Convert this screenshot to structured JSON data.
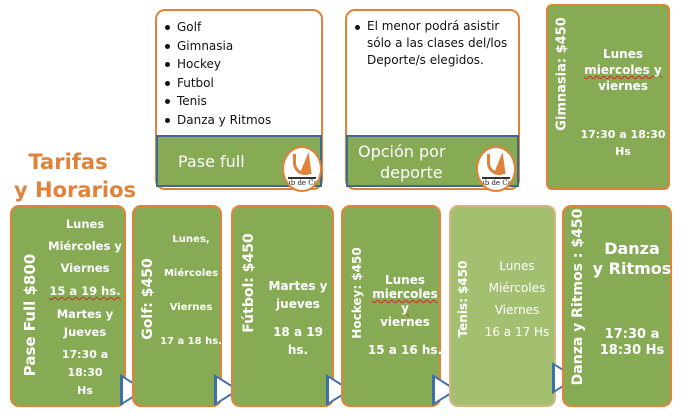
{
  "title": {
    "line1": "Tarifas",
    "line2": "y Horarios"
  },
  "logo": {
    "text": "lub de Camp"
  },
  "pase_full_card": {
    "sports": [
      "Golf",
      "Gimnasia",
      "Hockey",
      "Futbol",
      "Tenis",
      "Danza y Ritmos"
    ],
    "header": "Pase full"
  },
  "opcion_card": {
    "note": "El menor podrá asistir sólo a las clases del/los Deporte/s elegidos.",
    "header_line1": "Opción por",
    "header_line2": "deporte"
  },
  "gimnasia": {
    "price": "Gimnasia:  $450",
    "days_line1": "Lunes",
    "days_line2": "miercoles y",
    "days_line3": "viernes",
    "time_line1": "17:30  a 18:30",
    "time_line2": "Hs"
  },
  "pase_full": {
    "price": "Pase Full  $800",
    "days_line1": "Lunes",
    "days_line2": "Miércoles y",
    "days_line3": "Viernes",
    "time1": "15 a 19 hs.",
    "days2_line1": "Martes y",
    "days2_line2": "Jueves",
    "time2_line1": "17:30  a 18:30",
    "time2_line2": "Hs"
  },
  "golf": {
    "price": "Golf: $450",
    "days_line1": "Lunes,",
    "days_line2": "Miércoles",
    "days_line3": "Viernes",
    "time": "17 a 18 hs."
  },
  "futbol": {
    "price": "Fútbol: $450",
    "days_line1": "Martes y",
    "days_line2": "jueves",
    "time": "18 a 19 hs."
  },
  "hockey": {
    "price": "Hockey: $450",
    "days_line1": "Lunes",
    "days_line2": "miercoles y",
    "days_line3": "viernes",
    "time": "15 a 16 hs."
  },
  "tenis": {
    "price": "Tenis: $450",
    "days_line1": "Lunes",
    "days_line2": "Miércoles",
    "days_line3": "Viernes",
    "time": "16 a 17 Hs"
  },
  "danza": {
    "price": "Danza y Ritmos : $450",
    "name_line1": "Danza",
    "name_line2": "y Ritmos",
    "time_line1": "17:30 a",
    "time_line2": "18:30 Hs"
  },
  "colors": {
    "green": "#86ab54",
    "orange": "#e0823a",
    "blue": "#3d6fae"
  }
}
